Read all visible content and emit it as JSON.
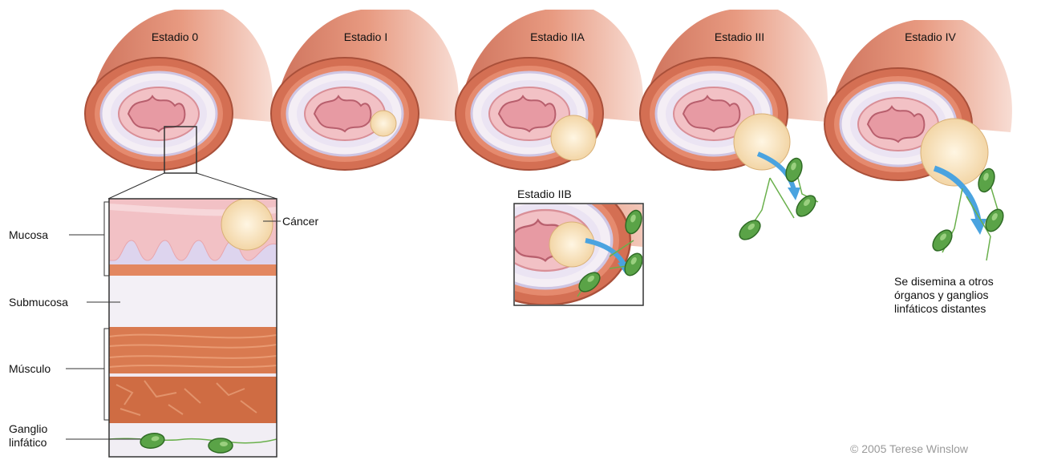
{
  "stages": [
    {
      "label": "Estadio 0"
    },
    {
      "label": "Estadio I"
    },
    {
      "label": "Estadio IIA"
    },
    {
      "label": "Estadio III"
    },
    {
      "label": "Estadio IV"
    }
  ],
  "stage_iib_label": "Estadio IIB",
  "layers": {
    "mucosa": "Mucosa",
    "submucosa": "Submucosa",
    "musculo": "Músculo",
    "ganglio": "Ganglio\nlinfático",
    "cancer": "Cáncer"
  },
  "spread_note": "Se disemina a otros\nórganos y ganglios\nlinfáticos distantes",
  "copyright": "© 2005 Terese Winslow",
  "colors": {
    "muscle": "#d9765a",
    "muscle_dark": "#b95a40",
    "mucosa": "#f2c1c5",
    "submucosa": "#f1eef4",
    "lining": "#cfc6e3",
    "tumor": "#f6e3c0",
    "node": "#5aa347",
    "arrow": "#4aa3e0"
  }
}
